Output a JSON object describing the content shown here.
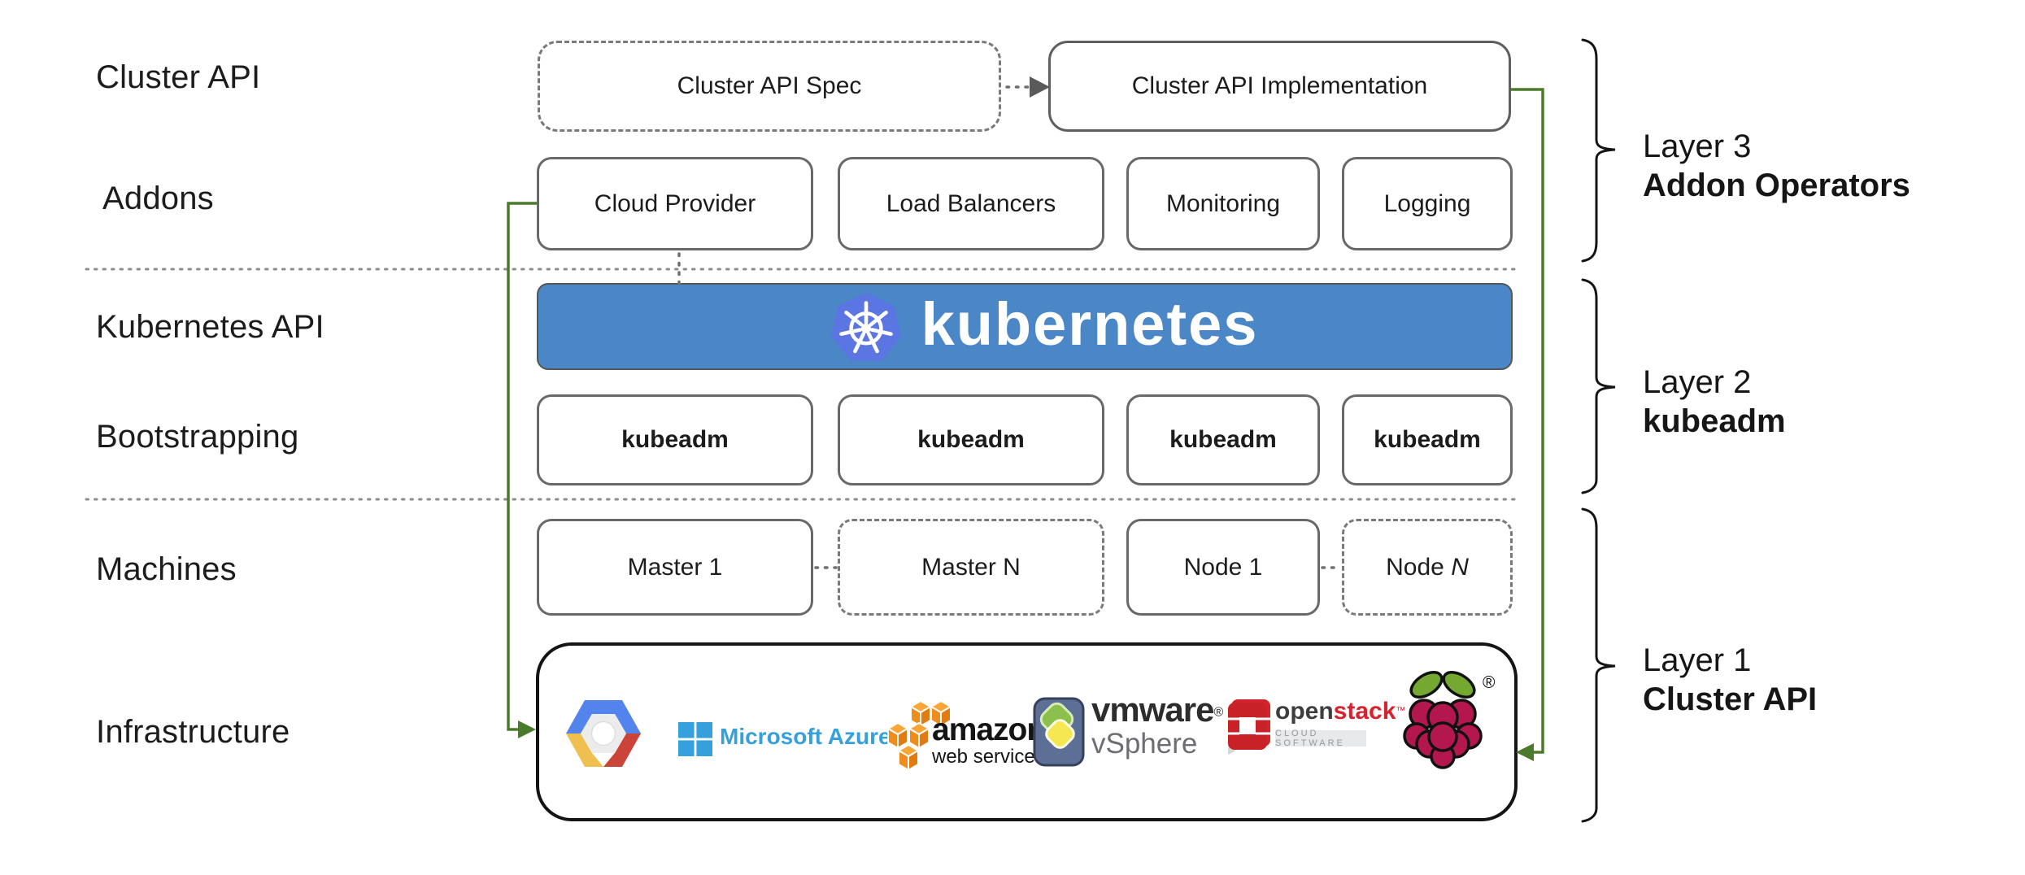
{
  "colors": {
    "banner_blue": "#4b87c7",
    "k8s_logo_blue": "#5b76e3",
    "connector_green": "#4c7a2c",
    "box_border_gray": "#696969",
    "brace_black": "#141414"
  },
  "row_labels": {
    "cluster_api": "Cluster API",
    "addons": "Addons",
    "kubernetes_api": "Kubernetes API",
    "bootstrapping": "Bootstrapping",
    "machines": "Machines",
    "infrastructure": "Infrastructure"
  },
  "cluster_api_row": {
    "spec_label": "Cluster API Spec",
    "impl_label": "Cluster API Implementation"
  },
  "addons_row": {
    "cloud_provider": "Cloud Provider",
    "load_balancers": "Load Balancers",
    "monitoring": "Monitoring",
    "logging": "Logging"
  },
  "kubernetes_banner": {
    "wordmark": "kubernetes"
  },
  "bootstrapping_row": [
    "kubeadm",
    "kubeadm",
    "kubeadm",
    "kubeadm"
  ],
  "machines_row": {
    "master1": "Master 1",
    "masterN": "Master N",
    "node1": "Node 1",
    "nodeN_prefix": "Node ",
    "nodeN_suffix": "N"
  },
  "infrastructure_box": {
    "azure": {
      "text": "Microsoft Azure"
    },
    "aws": {
      "line1": "amazon",
      "line2": "web services"
    },
    "vmware": {
      "line1": "vmware",
      "reg": "®",
      "line2": "vSphere"
    },
    "openstack": {
      "word_open": "open",
      "word_stack": "stack",
      "tm": "™",
      "subtitle": "CLOUD SOFTWARE"
    },
    "raspberry_pi": {
      "reg": "®"
    }
  },
  "layer_labels": [
    {
      "line1": "Layer 3",
      "line2": "Addon Operators"
    },
    {
      "line1": "Layer 2",
      "line2": "kubeadm"
    },
    {
      "line1": "Layer 1",
      "line2": "Cluster API"
    }
  ]
}
